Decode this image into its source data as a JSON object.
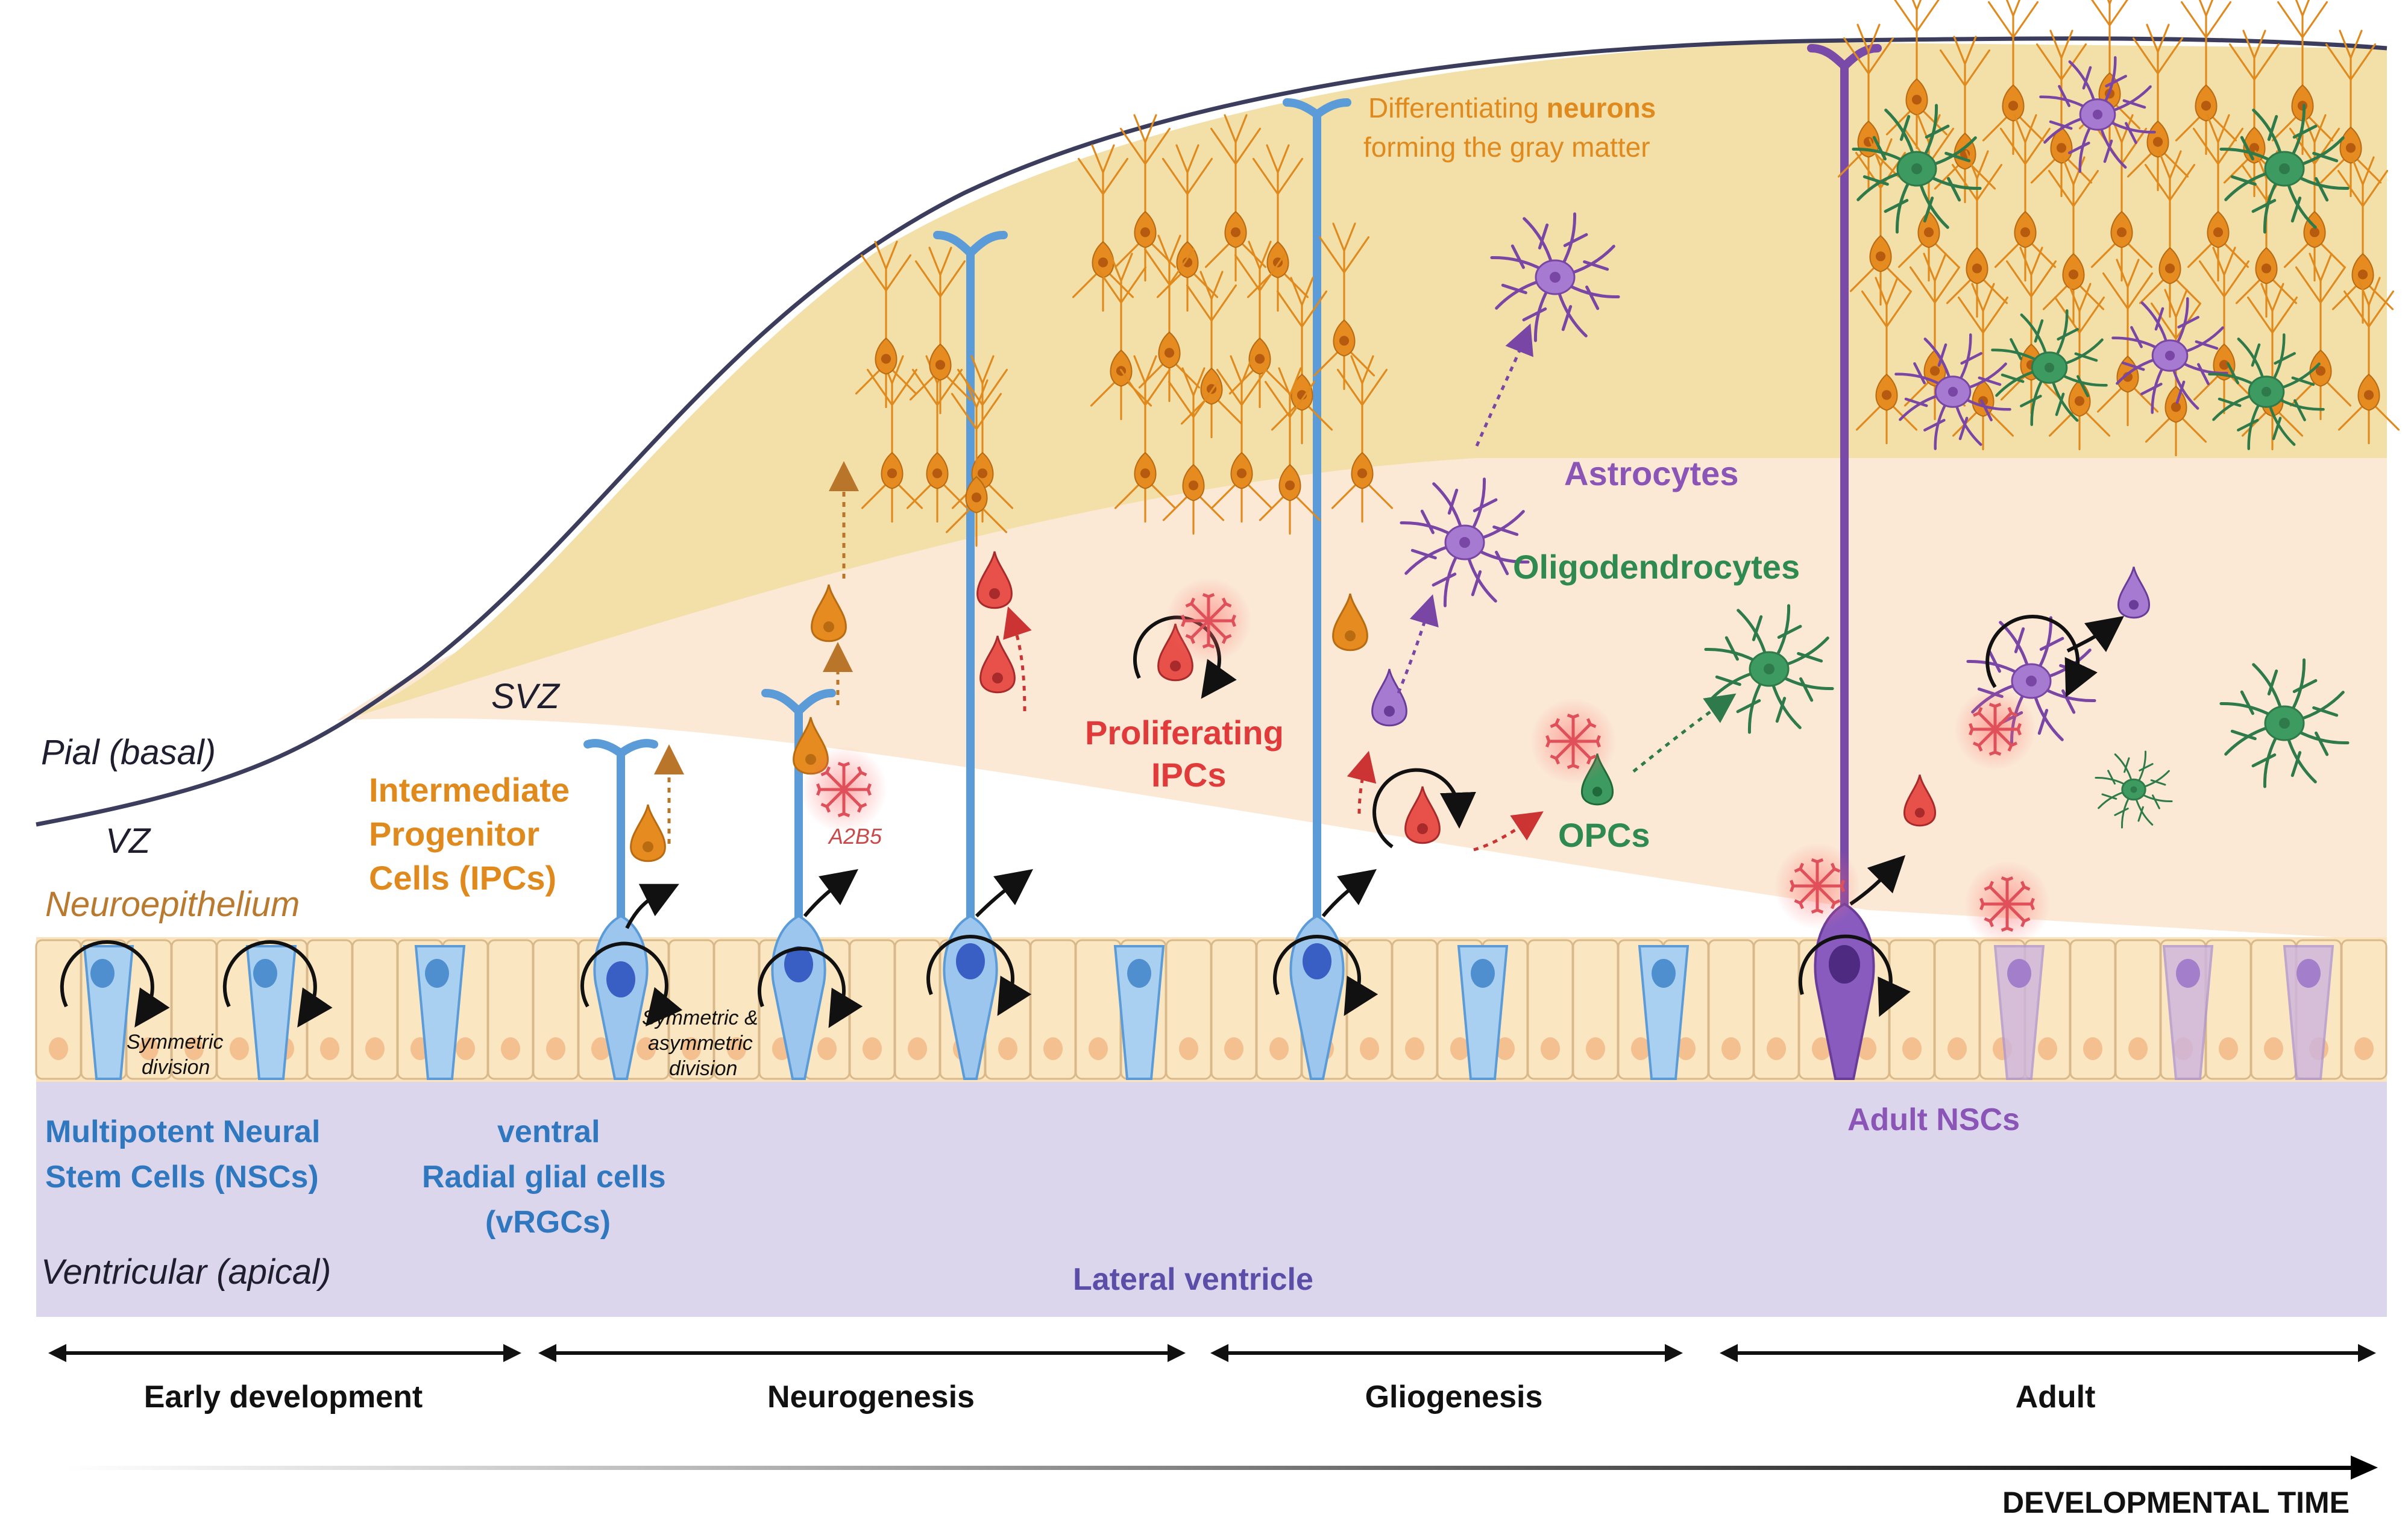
{
  "colors": {
    "nsc_blue": "#2f78bf",
    "ipc_orange": "#e08a1e",
    "ipc_red": "#e03a3a",
    "astro_purple": "#8b55b8",
    "oligo_green": "#2f8a4f",
    "ventricle": "#dcd6ec",
    "gray_matter": "#f3dfa8",
    "svz": "#fbe9d6",
    "neuroepithelium": "#fae3bd",
    "neuroepi_label": "#b97a2f",
    "ventricle_label": "#5b4ea8"
  },
  "labels": {
    "pial": "Pial (basal)",
    "vz": "VZ",
    "svz": "SVZ",
    "neuroepithelium": "Neuroepithelium",
    "ventricular": "Ventricular (apical)",
    "lateral_ventricle": "Lateral ventricle",
    "symmetric_1": "Symmetric",
    "symmetric_2": "division",
    "sym_asym_1": "Symmetric &",
    "sym_asym_2": "asymmetric",
    "sym_asym_3": "division",
    "a2b5": "A2B5"
  },
  "cell_types": {
    "nsc_1": "Multipotent Neural",
    "nsc_2": "Stem Cells (NSCs)",
    "vrgc_1": "ventral",
    "vrgc_2": "Radial glial cells",
    "vrgc_3": "(vRGCs)",
    "ipc_1": "Intermediate",
    "ipc_2": "Progenitor",
    "ipc_3": "Cells (IPCs)",
    "prolif_1": "Proliferating",
    "prolif_2": "IPCs",
    "neurons_a": "Differentiating ",
    "neurons_b": "neurons",
    "neurons_2": "forming the gray matter",
    "astrocytes": "Astrocytes",
    "oligodendrocytes": "Oligodendrocytes",
    "opcs": "OPCs",
    "adult_nscs": "Adult NSCs"
  },
  "stages": [
    "Early development",
    "Neurogenesis",
    "Gliogenesis",
    "Adult"
  ],
  "timeline_label": "DEVELOPMENTAL TIME"
}
